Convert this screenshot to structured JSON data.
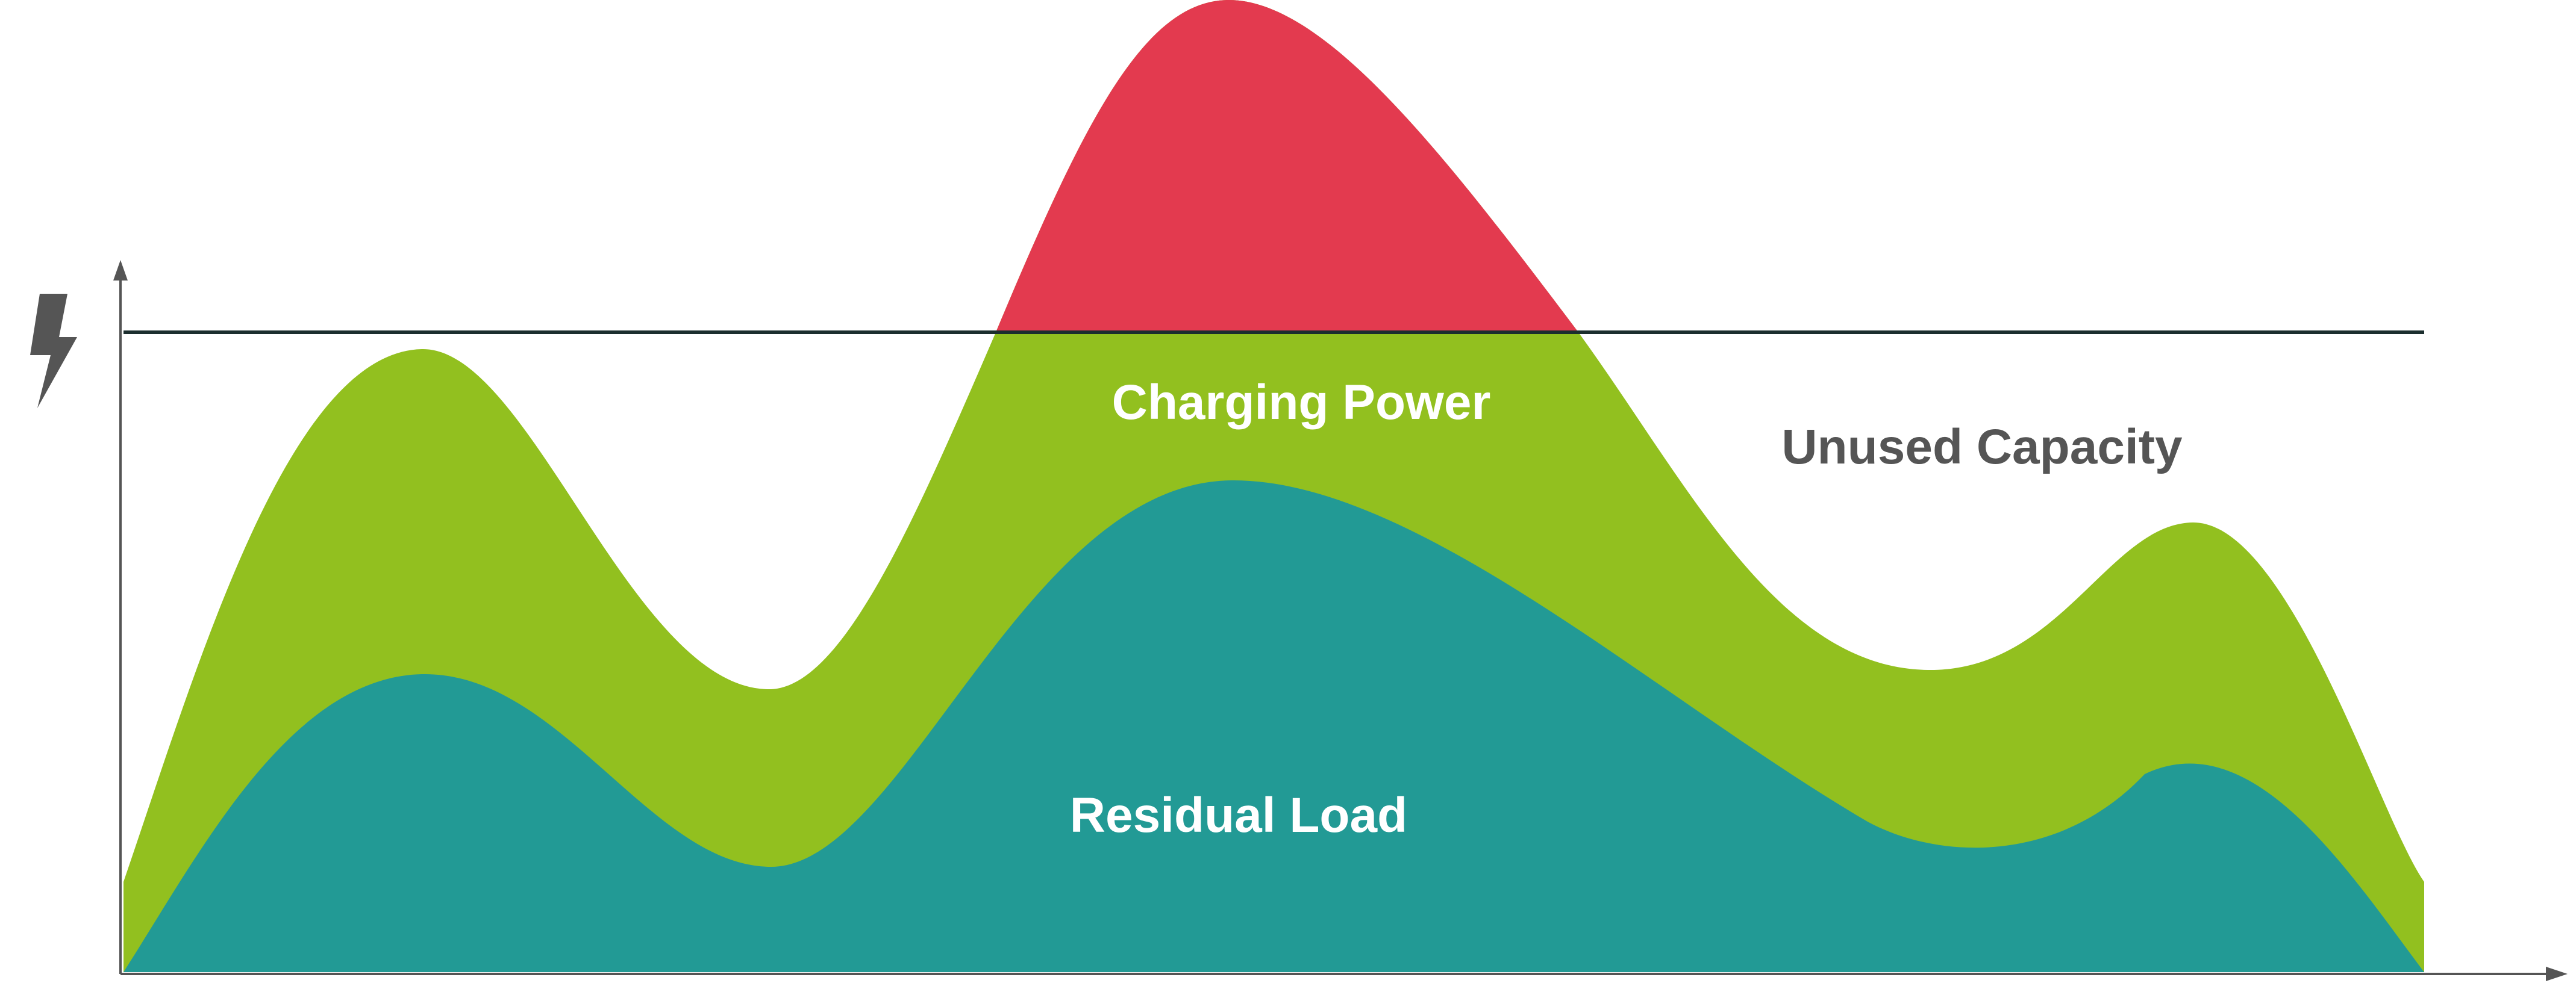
{
  "labels": {
    "charging_power": "Charging Power",
    "residual_load": "Residual Load",
    "unused_capacity": "Unused Capacity"
  },
  "icons": {
    "y_axis": "lightning-bolt-icon"
  },
  "colors": {
    "residual_load": "#229a95",
    "charging_power": "#92c01f",
    "over_capacity": "#e33a4f",
    "capacity_line": "#1c2e2e",
    "axis": "#555555",
    "unused_capacity_text": "#555555",
    "inner_label_text": "#ffffff"
  }
}
